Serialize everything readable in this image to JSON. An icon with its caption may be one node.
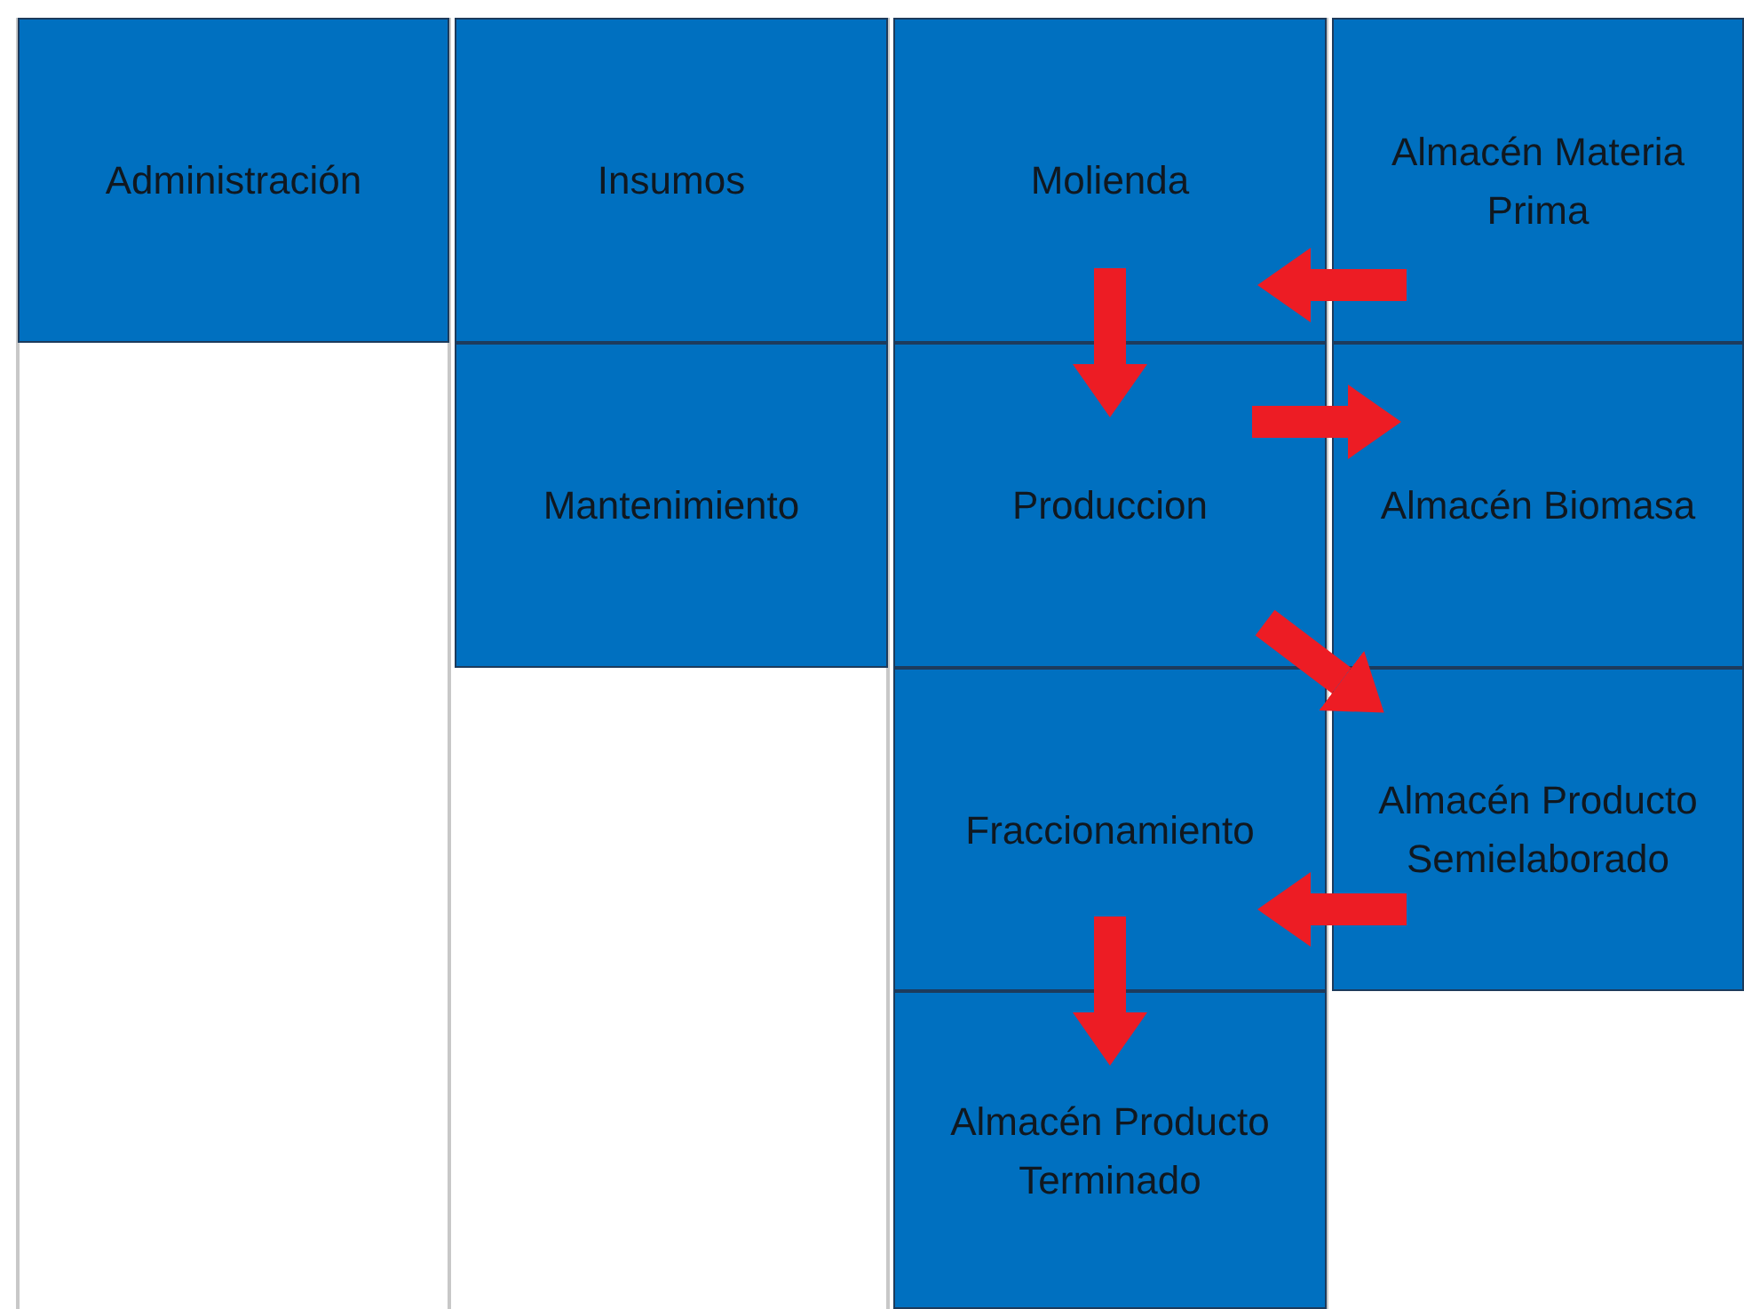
{
  "diagram": {
    "nodes": [
      {
        "text": [
          "Administración"
        ]
      },
      {
        "text": [
          "Insumos"
        ]
      },
      {
        "text": [
          "Molienda"
        ]
      },
      {
        "text": [
          "Almacén Materia Prima"
        ]
      },
      {
        "text": [
          "Mantenimiento"
        ]
      },
      {
        "text": [
          "Produccion"
        ]
      },
      {
        "text": [
          "Almacén Biomasa"
        ]
      },
      {
        "text": [
          "Fraccionamiento"
        ]
      },
      {
        "text": [
          "Almacén Producto Semielaborado"
        ]
      },
      {
        "text": [
          "Almacén Producto Terminado"
        ]
      }
    ],
    "edges": [
      {
        "from": 3,
        "to": 2,
        "arrow": "to"
      },
      {
        "from": 2,
        "to": 5,
        "arrow": "to"
      },
      {
        "from": 5,
        "to": 6,
        "arrow": "to"
      },
      {
        "from": 5,
        "to": 8,
        "arrow": "to"
      },
      {
        "from": 8,
        "to": 7,
        "arrow": "to"
      },
      {
        "from": 7,
        "to": 9,
        "arrow": "to"
      }
    ]
  }
}
